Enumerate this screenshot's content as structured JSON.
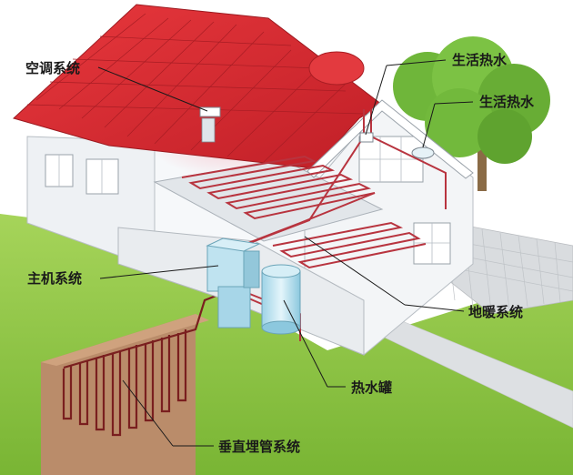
{
  "labels": {
    "ac": "空调系统",
    "hotwater1": "生活热水",
    "hotwater2": "生活热水",
    "host": "主机系统",
    "floor": "地暖系统",
    "tank": "热水罐",
    "vertical": "垂直埋管系统"
  },
  "colors": {
    "roof": "#d6262c",
    "pipe": "#b8343f",
    "grass": "#8cc63f",
    "wall": "#f4f6f8",
    "tank": "#bfe3f0"
  }
}
